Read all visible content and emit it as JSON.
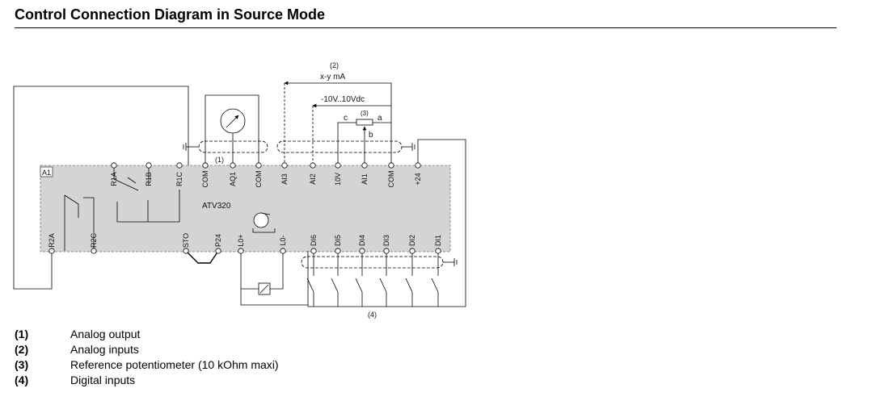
{
  "page": {
    "title": "Control Connection Diagram in Source Mode"
  },
  "diagram": {
    "drive_tag": "A1",
    "drive_model": "ATV320",
    "callouts": {
      "analog_out": "(1)",
      "analog_in": "(2)",
      "pot": "(3)",
      "digital_in": "(4)"
    },
    "range_current": "x-y mA",
    "range_voltage": "-10V..10Vdc",
    "pot_pins": {
      "c": "c",
      "a": "a",
      "b": "b"
    },
    "terminals_top": [
      "R1A",
      "R1B",
      "R1C",
      "COM",
      "AQ1",
      "COM",
      "AI3",
      "AI2",
      "10V",
      "AI1",
      "COM",
      "+24"
    ],
    "terminals_bottom": [
      "R2A",
      "R2C",
      "STO",
      "P24",
      "L0+",
      "L0-",
      "DI6",
      "DI5",
      "DI4",
      "DI3",
      "DI2",
      "DI1"
    ]
  },
  "notes": [
    {
      "marker": "(1)",
      "text": "Analog output"
    },
    {
      "marker": "(2)",
      "text": "Analog inputs"
    },
    {
      "marker": "(3)",
      "text": "Reference potentiometer (10 kOhm maxi)"
    },
    {
      "marker": "(4)",
      "text": "Digital inputs"
    }
  ]
}
